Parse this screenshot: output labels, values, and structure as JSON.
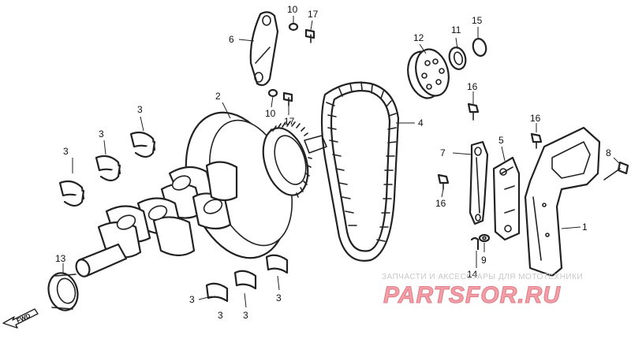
{
  "labels": {
    "p1": "1",
    "p2": "2",
    "p3a": "3",
    "p3b": "3",
    "p3c": "3",
    "p3d": "3",
    "p3e": "3",
    "p3f": "3",
    "p3g": "3",
    "p4": "4",
    "p5": "5",
    "p6": "6",
    "p7": "7",
    "p8": "8",
    "p9": "9",
    "p10a": "10",
    "p10b": "10",
    "p11": "11",
    "p12": "12",
    "p13": "13",
    "p14": "14",
    "p15": "15",
    "p16a": "16",
    "p16b": "16",
    "p16c": "16",
    "p17a": "17",
    "p17b": "17"
  },
  "fwd_label": "FWD",
  "watermark": {
    "caption": "ЗАПЧАСТИ И АКСЕССУАРЫ ДЛЯ МОТОТЕХНИКИ",
    "logo": "PARTSFOR.RU"
  },
  "colors": {
    "line": "#222222",
    "watermark_logo": "#e07a86",
    "watermark_caption": "#c8c8c8"
  }
}
